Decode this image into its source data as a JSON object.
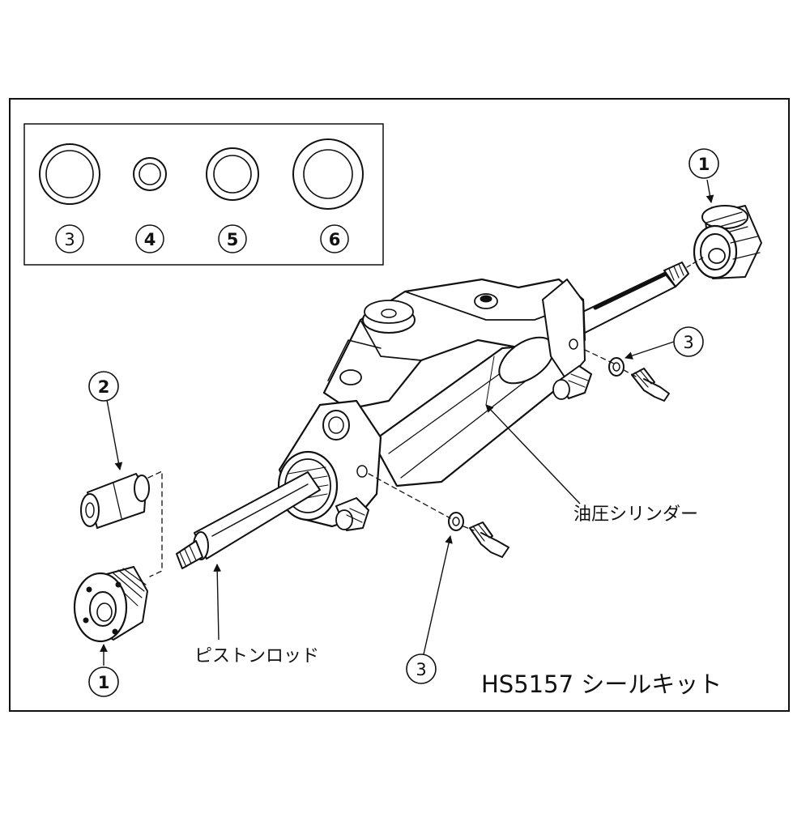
{
  "title": "HS5157 シールキット",
  "labels": {
    "piston_rod": "ピストンロッド",
    "hydraulic_cylinder": "油圧シリンダー"
  },
  "legend": {
    "seals": [
      {
        "number": "3"
      },
      {
        "number": "4"
      },
      {
        "number": "5"
      },
      {
        "number": "6"
      }
    ]
  },
  "callouts": {
    "rod_end_right": "1",
    "rod_end_left": "1",
    "bushing": "2",
    "washer_right": "3",
    "washer_bottom": "3"
  }
}
